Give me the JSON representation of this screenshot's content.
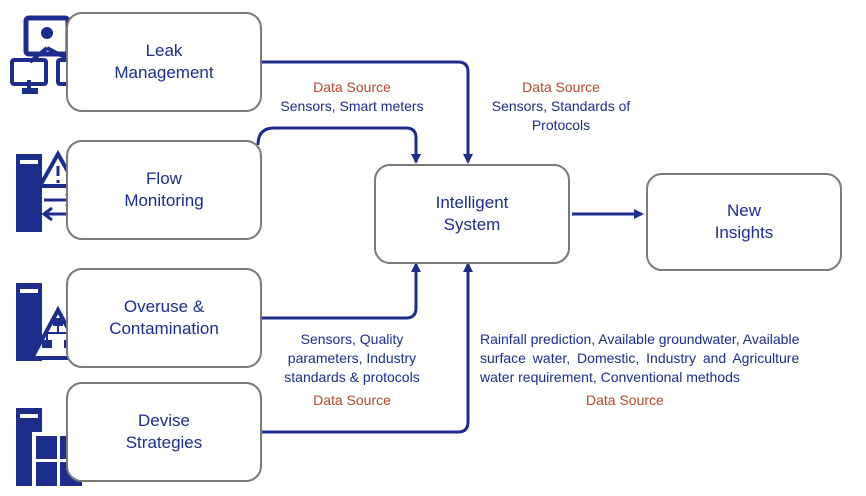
{
  "boxes": {
    "leak": {
      "line1": "Leak",
      "line2": "Management"
    },
    "flow": {
      "line1": "Flow",
      "line2": "Monitoring"
    },
    "overuse": {
      "line1": "Overuse &",
      "line2": "Contamination"
    },
    "devise": {
      "line1": "Devise",
      "line2": "Strategies"
    },
    "intelligent": {
      "line1": "Intelligent",
      "line2": "System"
    },
    "insights": {
      "line1": "New",
      "line2": "Insights"
    }
  },
  "labels": {
    "leak_source_title": "Data Source",
    "leak_source_text": "Sensors, Smart meters",
    "top_source_title": "Data Source",
    "top_source_line1": "Sensors, Standards of",
    "top_source_line2": "Protocols",
    "overuse_line1": "Sensors, Quality",
    "overuse_line2": "parameters, Industry",
    "overuse_line3": "standards & protocols",
    "overuse_source_title": "Data Source",
    "rainfall_line1": "Rainfall prediction, Available groundwater, Available",
    "rainfall_line2": "surface water, Domestic, Industry and Agriculture",
    "rainfall_line3": "water requirement, Conventional methods",
    "rainfall_source_title": "Data Source"
  },
  "colors": {
    "navy": "#1c2d8c",
    "source_red": "#b5482b",
    "box_border": "#7a7a7a"
  },
  "icons": [
    "network-computers-icon",
    "server-warning-icon",
    "server-hierarchy-icon",
    "server-windows-icon"
  ]
}
